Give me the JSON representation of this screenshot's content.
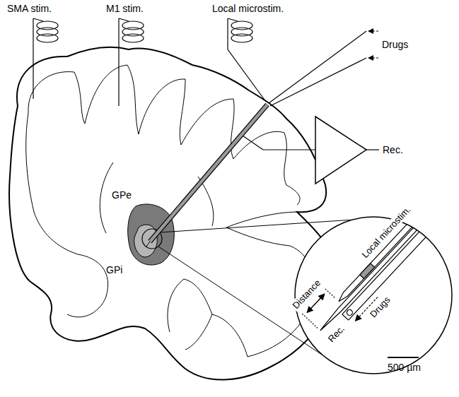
{
  "diagram": {
    "labels": [
      "SMA stim.",
      "M1 stim.",
      "Local microstim.",
      "Drugs",
      "Rec.",
      "GPe",
      "GPi",
      "Distance",
      "Local microstim.",
      "Drugs",
      "Rec.",
      "500 µm"
    ]
  }
}
